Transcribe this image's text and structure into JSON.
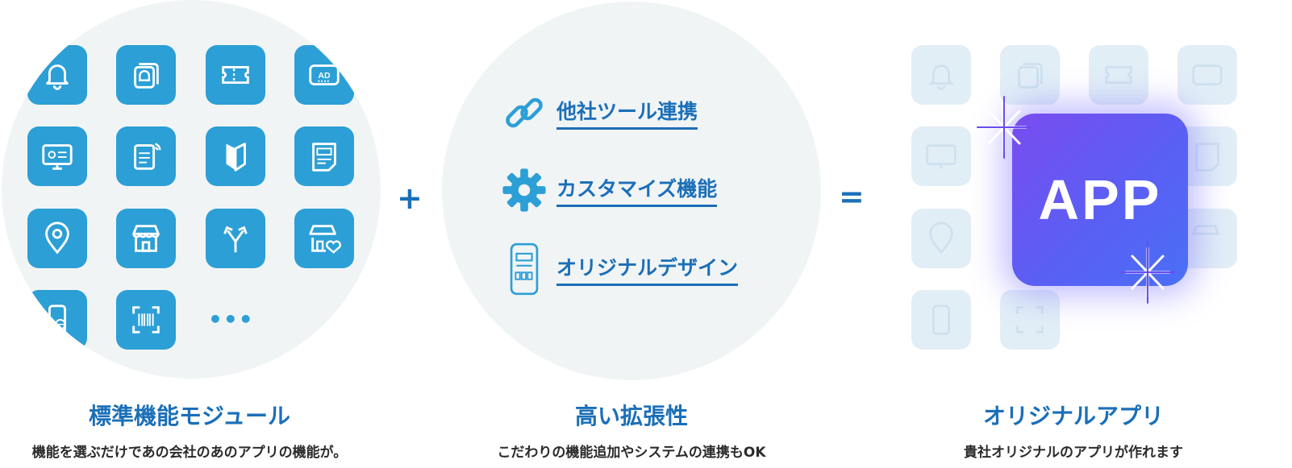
{
  "operators": {
    "plus": "+",
    "equals": "="
  },
  "module_section": {
    "more": "•••",
    "title": "標準機能モジュール",
    "subtitle": "機能を選ぶだけであの会社のあのアプリの機能が。",
    "icons": [
      "bell-icon",
      "stacked-notifications-icon",
      "ticket-icon",
      "ad-icon",
      "monitor-profile-icon",
      "document-wifi-icon",
      "beginner-mark-icon",
      "paper-icon",
      "location-pin-icon",
      "store-icon",
      "branch-arrows-icon",
      "store-heart-icon",
      "phone-globe-icon",
      "barcode-scan-icon"
    ]
  },
  "extension_section": {
    "features": [
      {
        "icon": "link-icon",
        "label": "他社ツール連携"
      },
      {
        "icon": "gear-icon",
        "label": "カスタマイズ機能"
      },
      {
        "icon": "smartphone-icon",
        "label": "オリジナルデザイン"
      }
    ],
    "title": "高い拡張性",
    "subtitle": "こだわりの機能追加やシステムの連携もOK"
  },
  "app_section": {
    "app_label": "APP",
    "title": "オリジナルアプリ",
    "subtitle": "貴社オリジナルのアプリが作れます"
  },
  "colors": {
    "accent": "#2c9fd6",
    "heading": "#1b6fb8",
    "app_gradient_start": "#7a4cf0",
    "app_gradient_end": "#4a6ff6"
  }
}
